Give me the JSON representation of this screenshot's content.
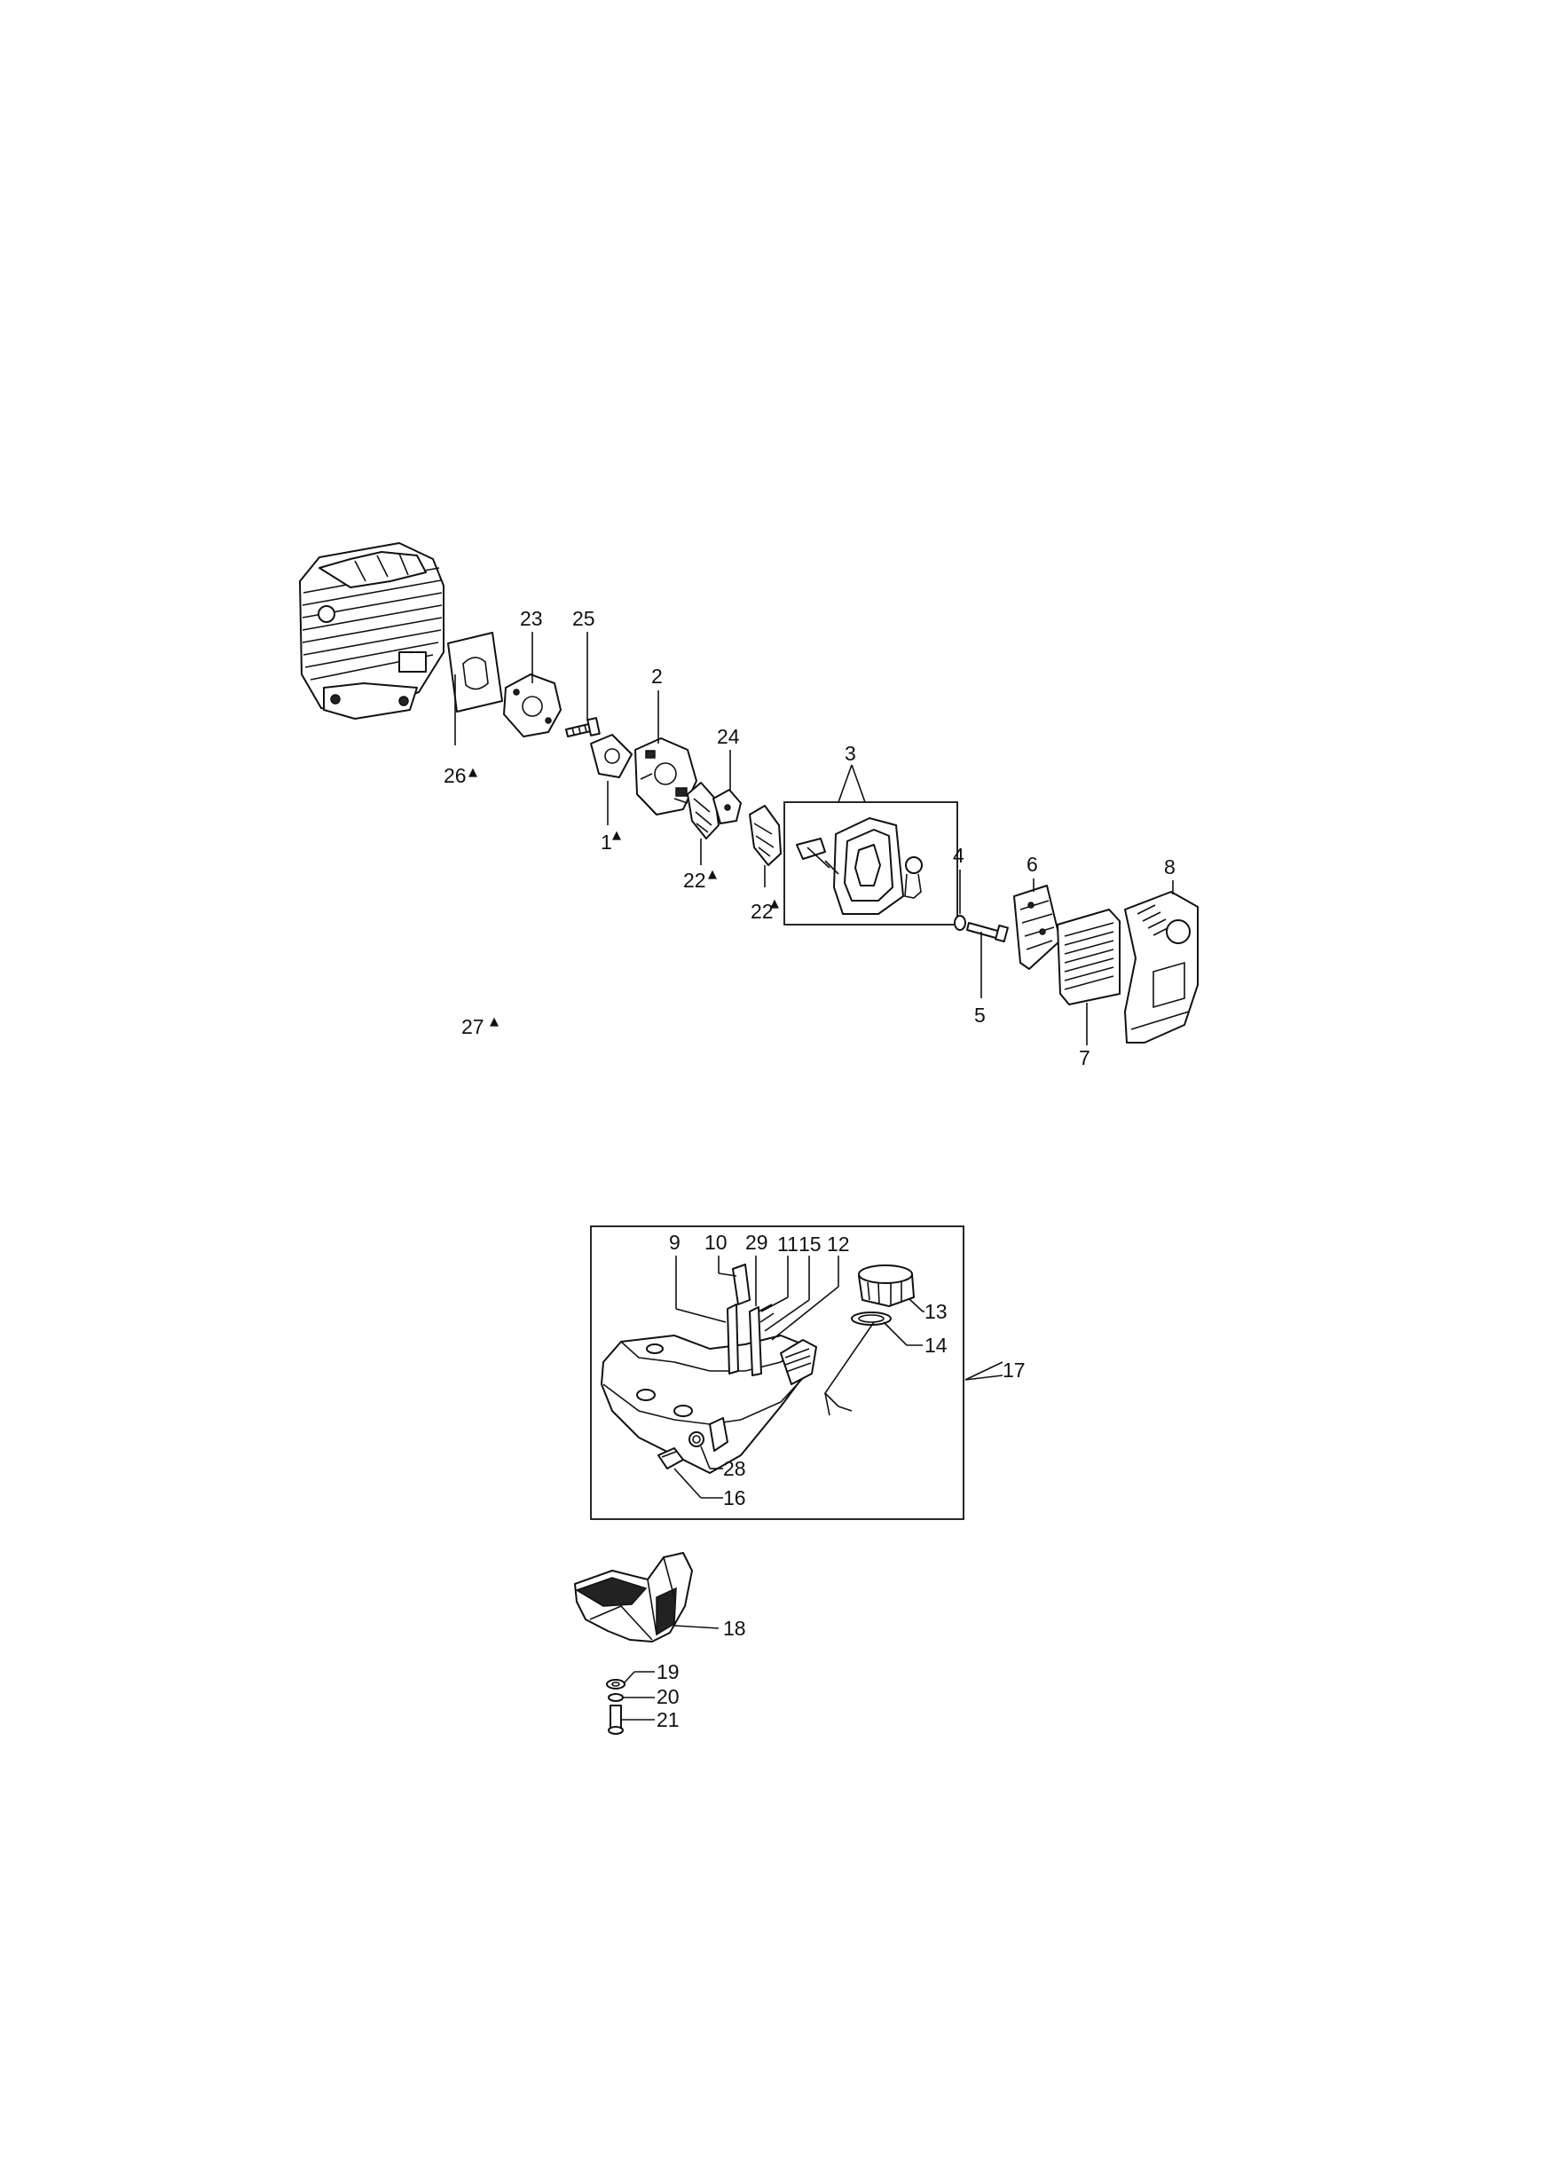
{
  "diagram": {
    "callouts": {
      "c1": "1",
      "c2": "2",
      "c3": "3",
      "c4": "4",
      "c5": "5",
      "c6": "6",
      "c7": "7",
      "c8": "8",
      "c9": "9",
      "c10": "10",
      "c11": "11",
      "c12": "12",
      "c13": "13",
      "c14": "14",
      "c15": "15",
      "c16": "16",
      "c17": "17",
      "c18": "18",
      "c19": "19",
      "c20": "20",
      "c21": "21",
      "c22a": "22",
      "c22b": "22",
      "c23": "23",
      "c24": "24",
      "c25": "25",
      "c26": "26",
      "c27": "27",
      "c28": "28",
      "c29": "29"
    },
    "marker_symbol": "▲"
  }
}
